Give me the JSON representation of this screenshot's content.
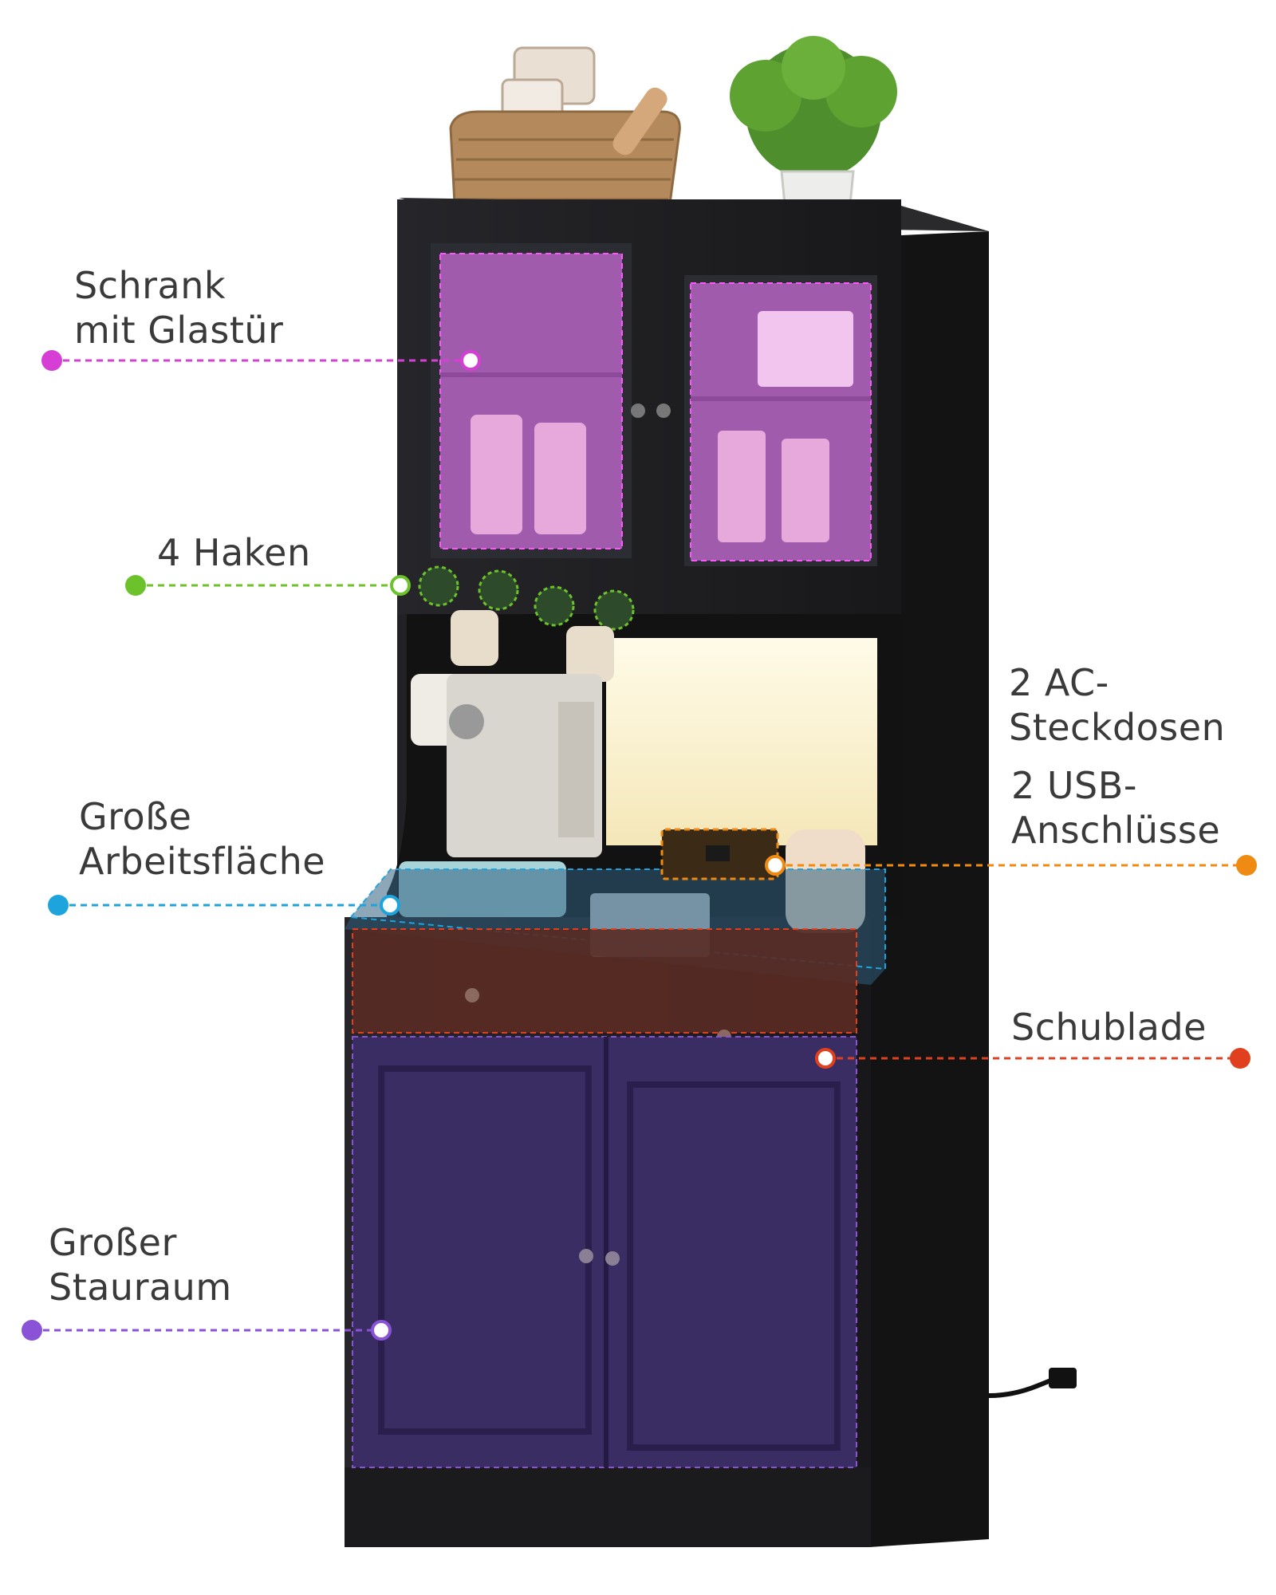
{
  "labels": {
    "cabinet_glass": {
      "line1": "Schrank",
      "line2": "mit Glastür",
      "color": "#d63fd6"
    },
    "hooks": {
      "line1": "4 Haken",
      "color": "#6cc22a"
    },
    "ac_outlets": {
      "line1": "2 AC-",
      "line2": "Steckdosen"
    },
    "usb_ports": {
      "line1": "2 USB-",
      "line2": "Anschlüsse",
      "color": "#ef8a12"
    },
    "worktop": {
      "line1": "Große",
      "line2": "Arbeitsfläche",
      "color": "#1ea4dc"
    },
    "drawer": {
      "line1": "Schublade",
      "color": "#e0401e"
    },
    "storage": {
      "line1": "Großer",
      "line2": "Stauraum",
      "color": "#8a52d6"
    }
  },
  "colors": {
    "cabinet_body": "#1d1d1f",
    "cabinet_side": "#141415",
    "glass_overlay": "#c86bd6",
    "worktop_overlay": "#2f5f7d",
    "drawer_overlay": "#5a2b24",
    "storage_overlay": "#3a2d63",
    "light_glow": "#fbf3d6",
    "text": "#3a3a3a"
  }
}
